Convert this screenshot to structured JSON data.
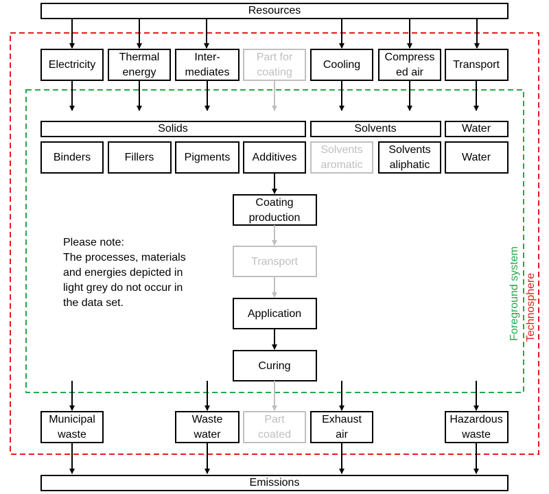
{
  "colors": {
    "line": "#000000",
    "grey": "#bfbfbf",
    "technosphere": "#e31a1c",
    "foreground": "#21a84a"
  },
  "boundaries": {
    "technosphere": "Technosphere",
    "foreground": "Foreground system"
  },
  "nodes": {
    "resources": "Resources",
    "electricity": "Electricity",
    "thermal_energy": [
      "Thermal",
      "energy"
    ],
    "intermediates": [
      "Inter-",
      "mediates"
    ],
    "part_for_coating": [
      "Part for",
      "coating"
    ],
    "cooling": "Cooling",
    "compressed_air": [
      "Compress",
      "ed air"
    ],
    "transport_top": "Transport",
    "solids": "Solids",
    "solvents": "Solvents",
    "water_header": "Water",
    "binders": "Binders",
    "fillers": "Fillers",
    "pigments": "Pigments",
    "additives": "Additives",
    "solvents_aromatic": [
      "Solvents",
      "aromatic"
    ],
    "solvents_aliphatic": [
      "Solvents",
      "aliphatic"
    ],
    "water": "Water",
    "coating_production": [
      "Coating",
      "production"
    ],
    "transport_mid": "Transport",
    "application": "Application",
    "curing": "Curing",
    "municipal_waste": [
      "Municipal",
      "waste"
    ],
    "waste_water": [
      "Waste",
      "water"
    ],
    "part_coated": [
      "Part",
      "coated"
    ],
    "exhaust_air": [
      "Exhaust",
      "air"
    ],
    "hazardous_waste": [
      "Hazardous",
      "waste"
    ],
    "emissions": "Emissions"
  },
  "note": {
    "title": "Please note:",
    "lines": [
      "The processes, materials",
      "and energies depicted in",
      "light grey do not occur in",
      "the data set."
    ]
  }
}
